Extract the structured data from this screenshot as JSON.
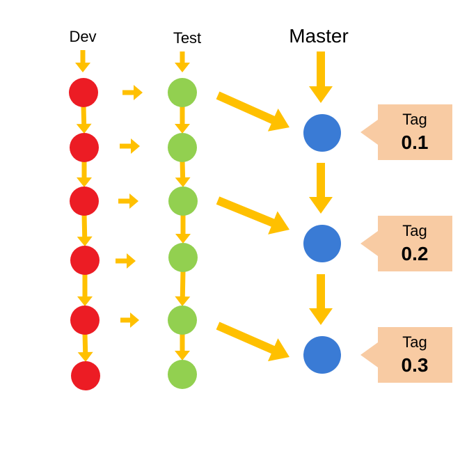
{
  "lanes": {
    "dev": {
      "label": "Dev",
      "color": "#ec1c24"
    },
    "test": {
      "label": "Test",
      "color": "#92d050"
    },
    "master": {
      "label": "Master",
      "color": "#3a7bd5"
    }
  },
  "arrow_color": "#ffc000",
  "tag_color": "#f8cba3",
  "tags": [
    {
      "word": "Tag",
      "version": "0.1"
    },
    {
      "word": "Tag",
      "version": "0.2"
    },
    {
      "word": "Tag",
      "version": "0.3"
    }
  ]
}
